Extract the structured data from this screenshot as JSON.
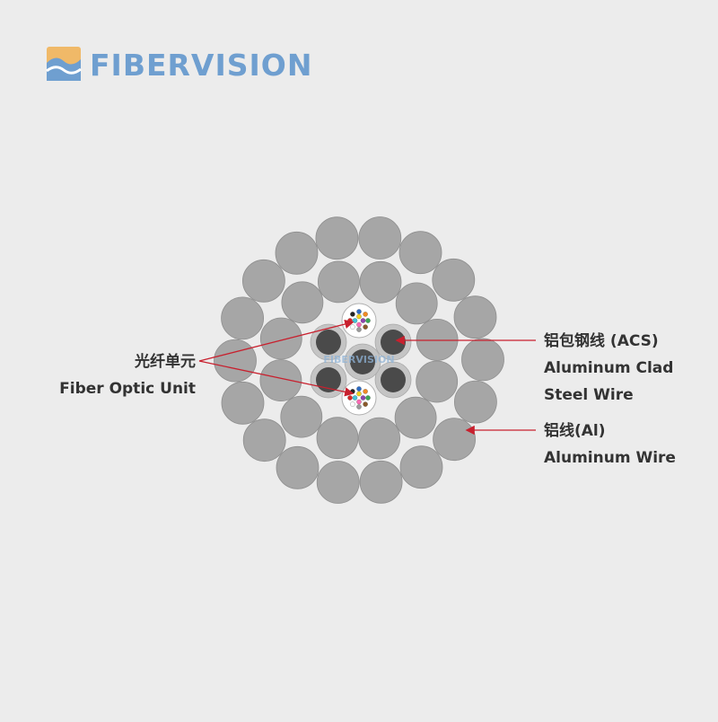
{
  "brand": {
    "name": "FIBERVISION",
    "color": "#6f9fd0",
    "icon_accent": "#f0b968"
  },
  "watermark": "FIBERVISION",
  "labels": {
    "fiber_unit_cn": "光纤单元",
    "fiber_unit_en": "Fiber Optic Unit",
    "acs_cn": "铝包钢线 (ACS)",
    "acs_en_line1": "Aluminum Clad",
    "acs_en_line2": "Steel Wire",
    "al_cn": "铝线(Al)",
    "al_en": "Aluminum Wire"
  },
  "colors": {
    "background": "#ececec",
    "aluminum_wire": "#a6a6a6",
    "steel_core": "#4a4a4a",
    "acs_cladding": "#c4c4c4",
    "fiber_tube": "#ffffff",
    "arrow": "#c8202e"
  },
  "fiber_colors": [
    "#2d6bc4",
    "#f08a24",
    "#3aa655",
    "#8b5a2b",
    "#9a9a9a",
    "#ffffff",
    "#d62728",
    "#222222",
    "#f2d21b",
    "#8e44ad",
    "#ff69b4",
    "#40c4d8"
  ]
}
